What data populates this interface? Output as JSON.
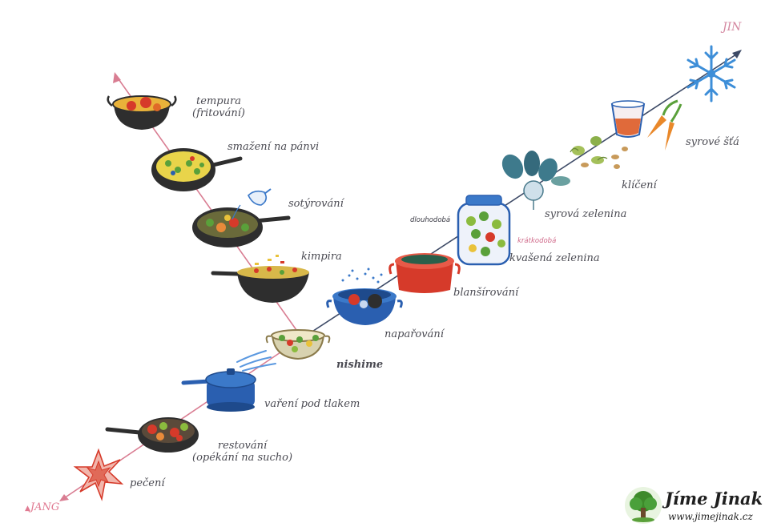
{
  "axes": {
    "jang": "JANG",
    "jin": "JIN",
    "jang_color": "#e07a92",
    "jin_color": "#d487a0",
    "axis_pink": "#d97d92",
    "axis_dark": "#3d4a66"
  },
  "methods": {
    "pecheni": "pečení",
    "restovani_line1": "restování",
    "restovani_line2": "(opékání na sucho)",
    "vareni_pod_tlakem": "vaření pod tlakem",
    "nishime": "nishime",
    "naparovani": "napařování",
    "kimpira": "kimpira",
    "sotyrovani": "sotýrování",
    "smazeni_na_panvi": "smažení na pánvi",
    "tempura_line1": "tempura",
    "tempura_line2": "(fritování)",
    "blansirovani": "blanšírování",
    "kvasena_zelenina": "kvašená zelenina",
    "dlouhodoba": "dlouhodobá",
    "kratkodoba": "krátkodobá",
    "syrova_zelenina": "syrová zelenina",
    "kliceni": "klíčení",
    "syrove_sta": "syrové šťá"
  },
  "logo": {
    "title": "Jíme Jinak",
    "url": "www.jimejinak.cz"
  },
  "colors": {
    "text": "#4a4a52",
    "red": "#d63a2a",
    "blue": "#2a5fb0",
    "dark_pan": "#2e2e2e",
    "yellow": "#e9c23a",
    "green": "#5aa03a",
    "snow": "#3d8ed8"
  }
}
